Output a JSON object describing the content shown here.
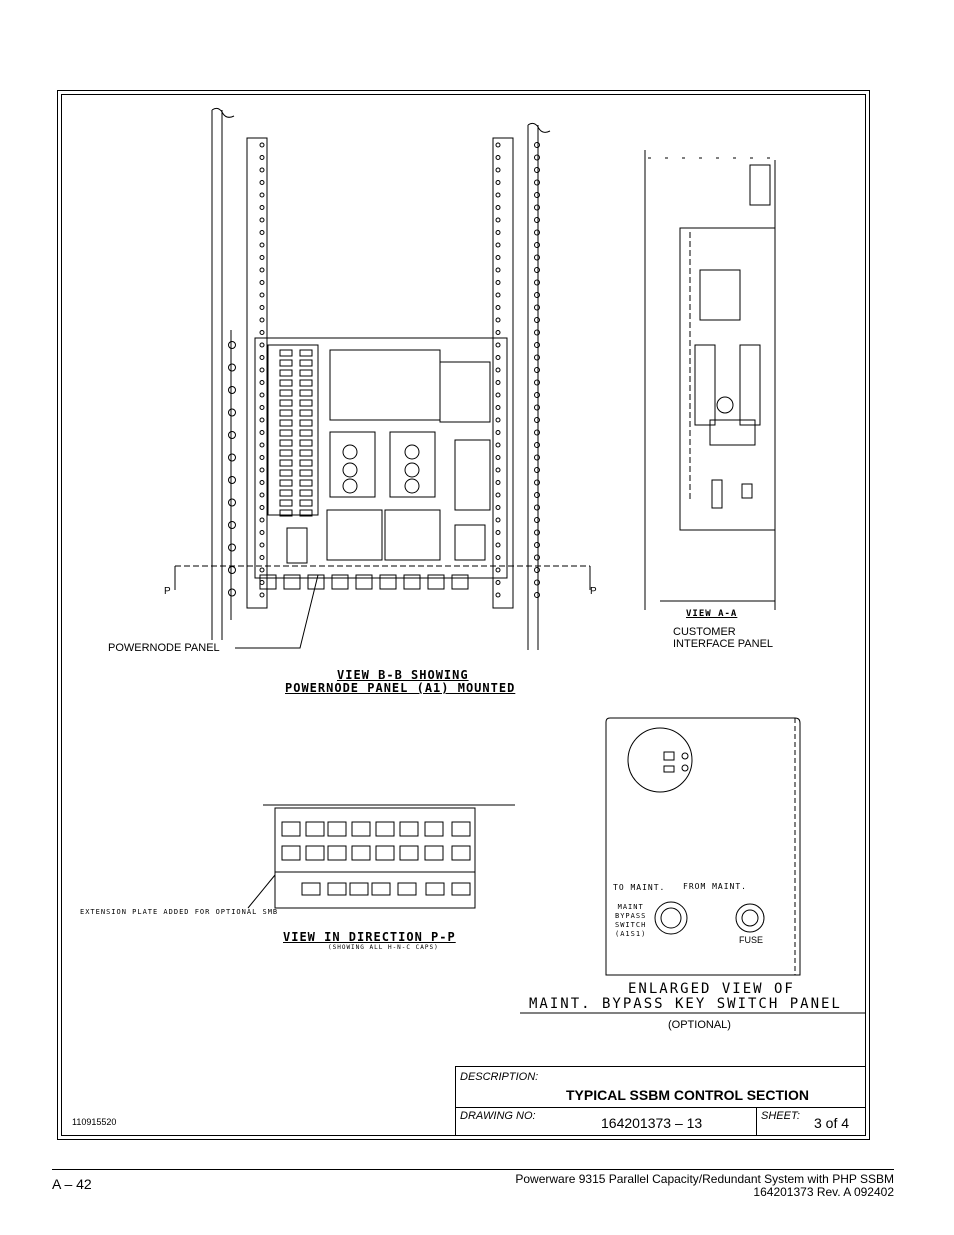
{
  "drawing": {
    "view_bb_line1": "VIEW B-B SHOWING",
    "view_bb_line2": "POWERNODE PANEL (A1) MOUNTED",
    "powernode_label": "POWERNODE PANEL",
    "p_left": "P",
    "p_right": "P",
    "view_aa": "VIEW A-A",
    "customer_line1": "CUSTOMER",
    "customer_line2": "INTERFACE PANEL",
    "view_pp": "VIEW IN DIRECTION P-P",
    "view_pp_sub": "(SHOWING ALL H-N-C CAPS)",
    "extension_note": "EXTENSION PLATE ADDED FOR OPTIONAL SMB",
    "to_maint": "TO MAINT.",
    "from_maint": "FROM MAINT.",
    "switch_label": [
      "MAINT",
      "BYPASS",
      "SWITCH",
      "(A1S1)"
    ],
    "fuse": "FUSE",
    "enlarged_line1": "ENLARGED VIEW OF",
    "enlarged_line2": "MAINT. BYPASS KEY SWITCH PANEL",
    "optional": "(OPTIONAL)",
    "file_id": "110915520"
  },
  "title_block": {
    "description_caption": "DESCRIPTION:",
    "description": "TYPICAL SSBM CONTROL SECTION",
    "drawing_no_caption": "DRAWING NO:",
    "drawing_no": "164201373 – 13",
    "sheet_caption": "SHEET:",
    "sheet": "3 of 4"
  },
  "footer": {
    "page": "A – 42",
    "line1": "Powerware 9315 Parallel Capacity/Redundant System with PHP SSBM",
    "line2": "164201373    Rev. A       092402"
  }
}
